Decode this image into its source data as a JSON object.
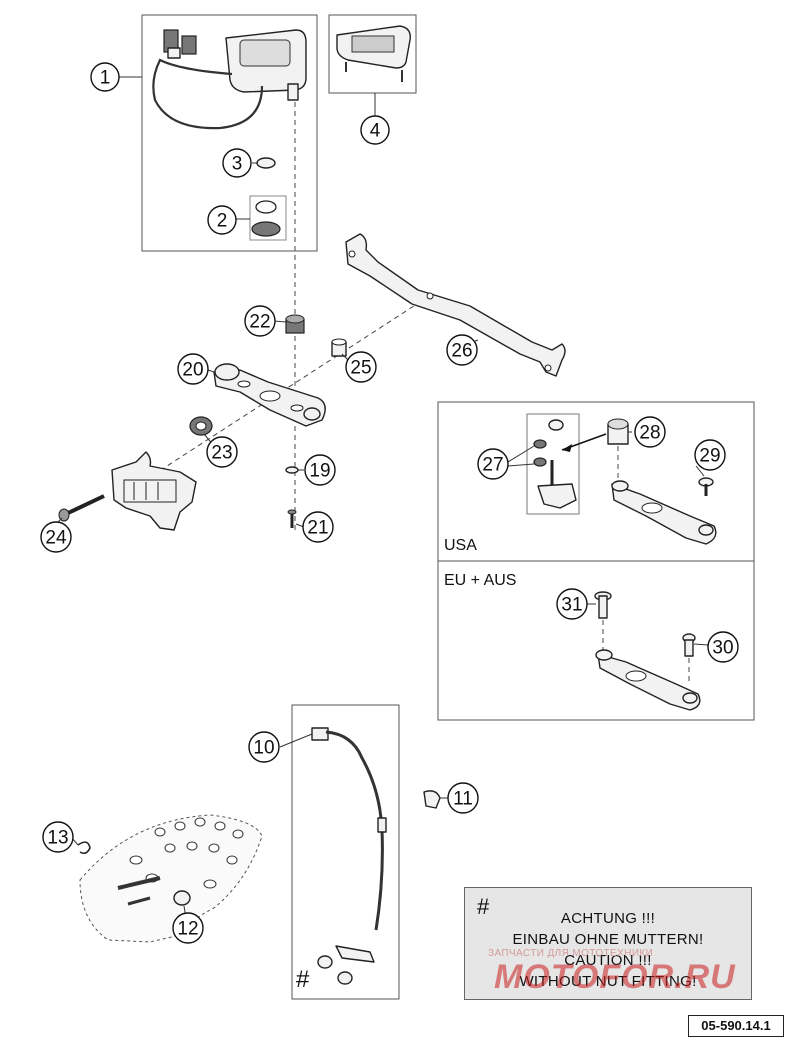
{
  "callouts": [
    {
      "id": "c1",
      "label": "1"
    },
    {
      "id": "c2",
      "label": "2"
    },
    {
      "id": "c3",
      "label": "3"
    },
    {
      "id": "c4",
      "label": "4"
    },
    {
      "id": "c10",
      "label": "10"
    },
    {
      "id": "c11",
      "label": "11"
    },
    {
      "id": "c12",
      "label": "12"
    },
    {
      "id": "c13",
      "label": "13"
    },
    {
      "id": "c19",
      "label": "19"
    },
    {
      "id": "c20",
      "label": "20"
    },
    {
      "id": "c21",
      "label": "21"
    },
    {
      "id": "c22",
      "label": "22"
    },
    {
      "id": "c23",
      "label": "23"
    },
    {
      "id": "c24",
      "label": "24"
    },
    {
      "id": "c25",
      "label": "25"
    },
    {
      "id": "c26",
      "label": "26"
    },
    {
      "id": "c27",
      "label": "27"
    },
    {
      "id": "c28",
      "label": "28"
    },
    {
      "id": "c29",
      "label": "29"
    },
    {
      "id": "c30",
      "label": "30"
    },
    {
      "id": "c31",
      "label": "31"
    }
  ],
  "regions": {
    "usa_label": "USA",
    "eu_label": "EU + AUS"
  },
  "note": {
    "hash": "#",
    "lines": [
      "ACHTUNG !!!",
      "EINBAU OHNE MUTTERN!",
      "CAUTION !!!",
      "WITHOUT NUT FITTING!"
    ]
  },
  "hash_marker": "#",
  "watermark": {
    "subtitle": "ЗАПЧАСТИ ДЛЯ МОТОТЕХНИКИ",
    "logo": "MOTOFOR.RU"
  },
  "doc_code": "05-590.14.1",
  "colors": {
    "note_background": "#e6e6e6",
    "watermark_red": "#c81e1e"
  }
}
